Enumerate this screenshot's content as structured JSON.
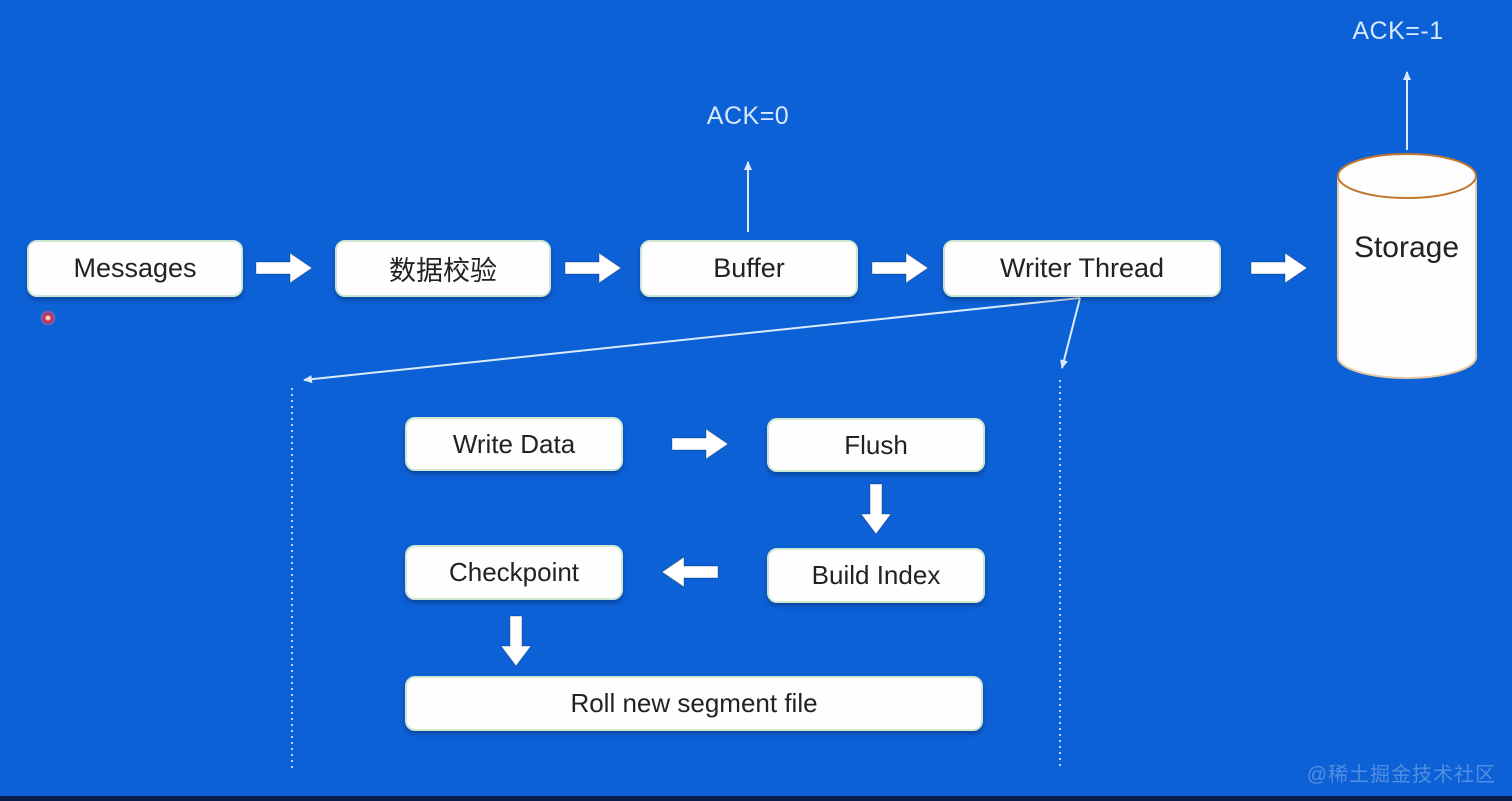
{
  "diagram": {
    "main_flow": {
      "nodes": [
        {
          "label": "Messages"
        },
        {
          "label": "数据校验"
        },
        {
          "label": "Buffer"
        },
        {
          "label": "Writer Thread"
        },
        {
          "label": "Storage"
        }
      ]
    },
    "ack_labels": {
      "buffer_ack": "ACK=0",
      "storage_ack": "ACK=-1"
    },
    "writer_subflow": {
      "nodes": [
        {
          "label": "Write Data"
        },
        {
          "label": "Flush"
        },
        {
          "label": "Build Index"
        },
        {
          "label": "Checkpoint"
        },
        {
          "label": "Roll new segment file"
        }
      ]
    }
  },
  "watermark": "@稀土掘金技术社区",
  "colors": {
    "background": "#0d61d6",
    "node_fill": "#fdfefd",
    "node_border": "#cfe6d2",
    "node_text": "#222222",
    "arrow_white": "#ffffff",
    "thin_line": "#dcebfb",
    "ack_text": "#d8e9fd",
    "cylinder_top_stroke": "#c0762e",
    "cylinder_body_stroke": "#e7c9a4",
    "pointer_dot": "#d62f45",
    "bottom_bar": "#0a1c49",
    "watermark_color": "#5d97e3"
  }
}
